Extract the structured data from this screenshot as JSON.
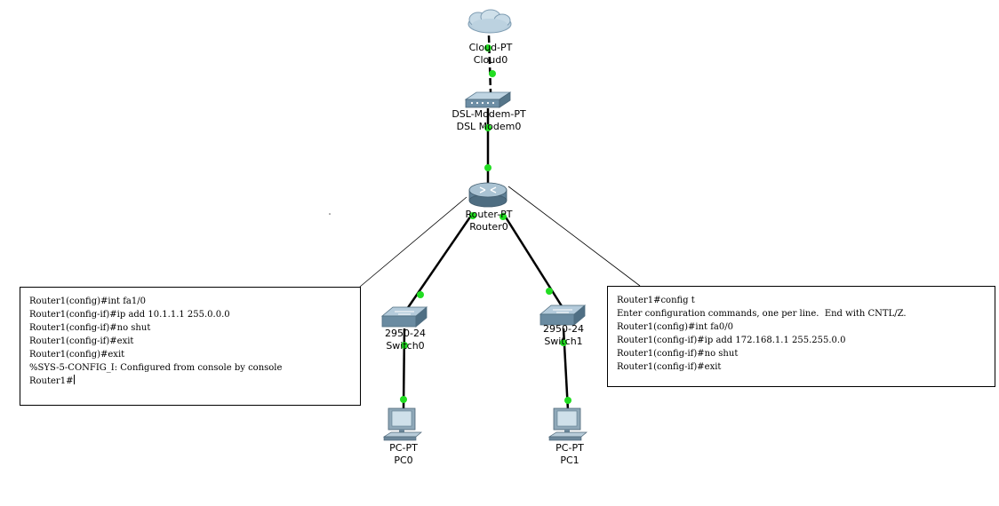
{
  "devices": {
    "cloud": {
      "type": "Cloud-PT",
      "name": "Cloud0"
    },
    "modem": {
      "type": "DSL-Modem-PT",
      "name": "DSL Modem0"
    },
    "router": {
      "type": "Router-PT",
      "name": "Router0"
    },
    "switch0": {
      "type": "2950-24",
      "name": "Switch0"
    },
    "switch1": {
      "type": "2950-24",
      "name": "Switch1"
    },
    "pc0": {
      "type": "PC-PT",
      "name": "PC0"
    },
    "pc1": {
      "type": "PC-PT",
      "name": "PC1"
    }
  },
  "consoles": {
    "left": {
      "lines": [
        "Router1(config)#int fa1/0",
        "Router1(config-if)#ip add 10.1.1.1 255.0.0.0",
        "Router1(config-if)#no shut",
        "Router1(config-if)#exit",
        "Router1(config)#exit",
        "%SYS-5-CONFIG_I: Configured from console by console",
        "Router1#"
      ]
    },
    "right": {
      "lines": [
        "Router1#config t",
        "Enter configuration commands, one per line.  End with CNTL/Z.",
        "Router1(config)#int fa0/0",
        "Router1(config-if)#ip add 172.168.1.1 255.255.0.0",
        "Router1(config-if)#no shut",
        "Router1(config-if)#exit"
      ]
    }
  },
  "colors": {
    "link_light": "#22dd22",
    "link": "#000000"
  }
}
